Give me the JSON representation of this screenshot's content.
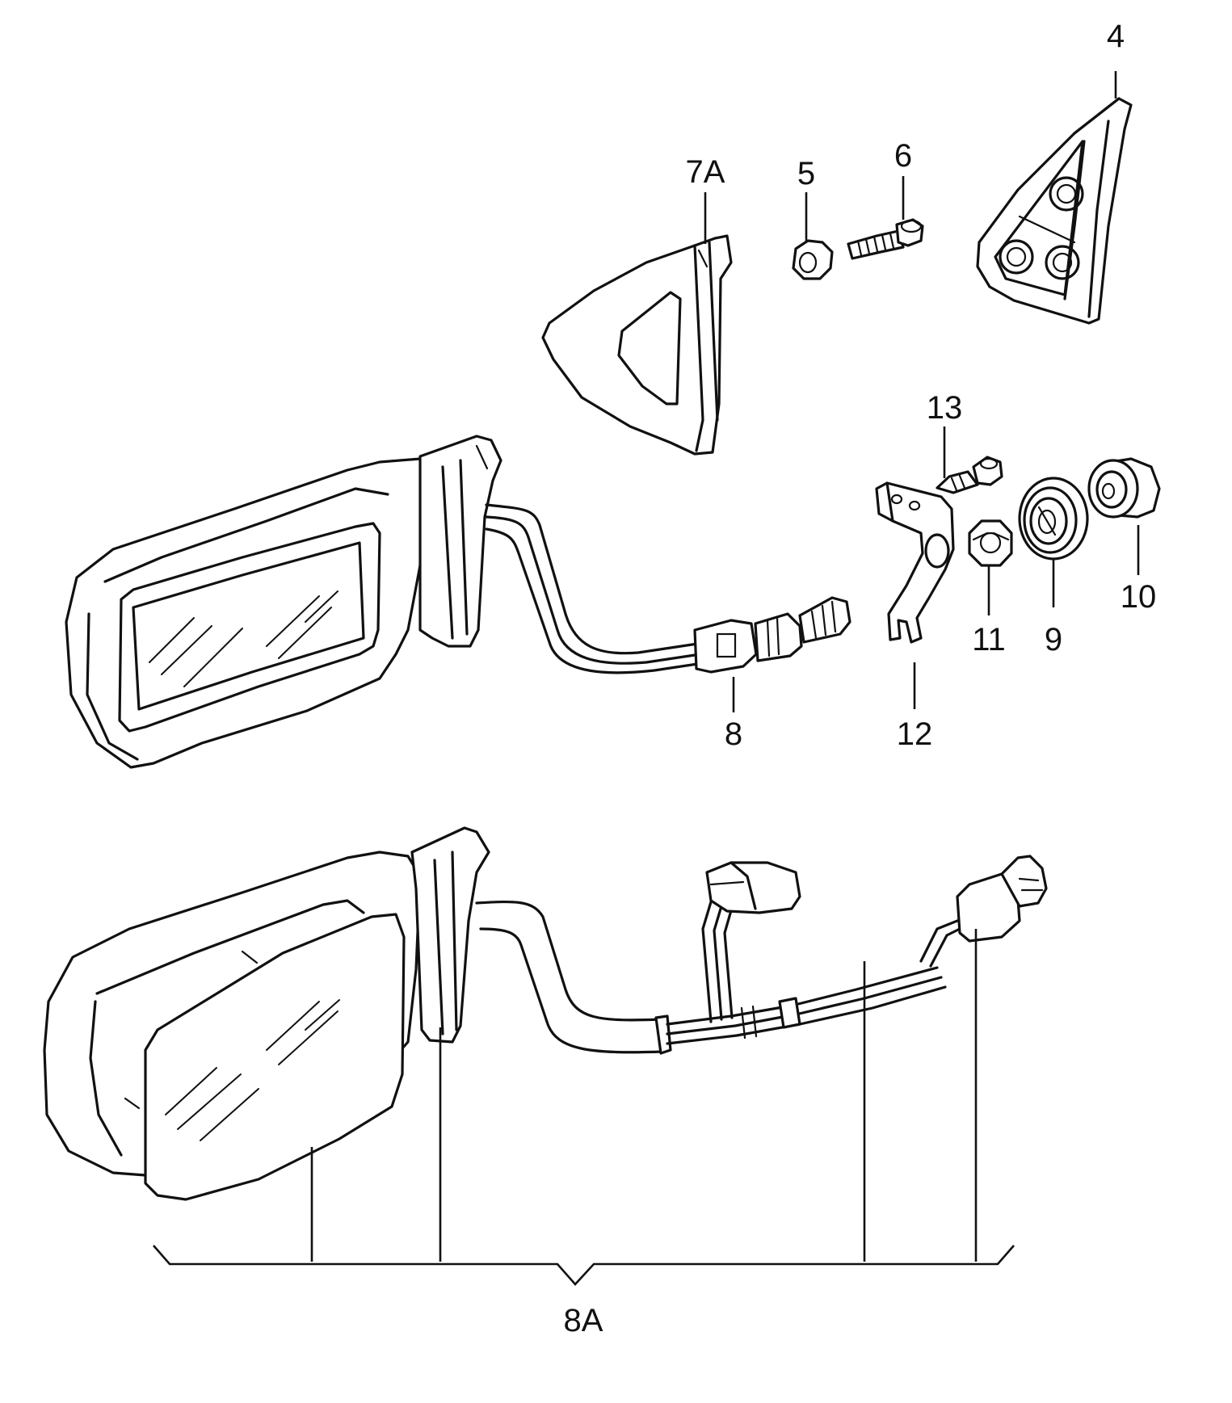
{
  "callouts": {
    "part_4": "4",
    "part_5": "5",
    "part_6": "6",
    "part_7A": "7A",
    "part_8": "8",
    "part_8A": "8A",
    "part_9": "9",
    "part_10": "10",
    "part_11": "11",
    "part_12": "12",
    "part_13": "13"
  }
}
